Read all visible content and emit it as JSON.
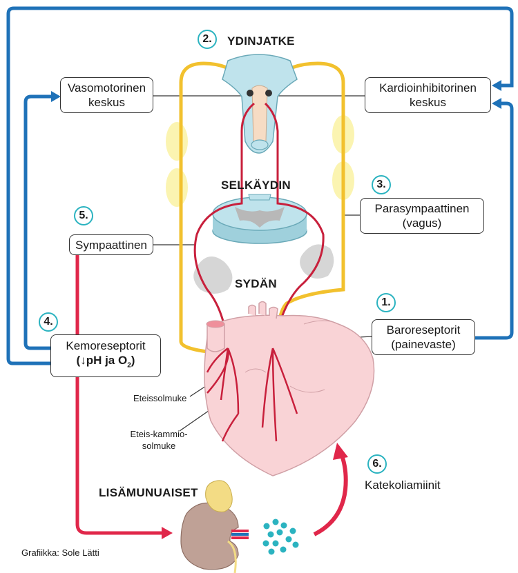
{
  "labels": {
    "ydinjatke": "YDINJATKE",
    "selkaydin": "SELKÄYDIN",
    "sydan": "SYDÄN",
    "lisamunuaiset": "LISÄMUNUAISET",
    "vasomotorinen_1": "Vasomotorinen",
    "vasomotorinen_2": "keskus",
    "kardio_1": "Kardioinhibitorinen",
    "kardio_2": "keskus",
    "parasym_1": "Parasympaattinen",
    "parasym_2": "(vagus)",
    "sympaattinen": "Sympaattinen",
    "kemo_1": "Kemoreseptorit",
    "kemo_2_arrow": "↓",
    "kemo_2_text": "pH ja O",
    "kemo_2_sub": "2",
    "kemo_2_open": "(",
    "kemo_2_close": ")",
    "baro_1": "Baroreseptorit",
    "baro_2": "(painevaste)",
    "eteissolmuke": "Eteissolmuke",
    "eteiskammio_1": "Eteis-kammio-",
    "eteiskammio_2": "solmuke",
    "katekoliamiinit": "Katekoliamiinit",
    "credit": "Grafiikka: Sole Lätti"
  },
  "steps": [
    "2.",
    "3.",
    "5.",
    "4.",
    "1.",
    "6."
  ],
  "colors": {
    "blue": "#1f72b8",
    "red": "#e0274a",
    "nerve_red": "#c8203c",
    "yellow": "#f2c12e",
    "teal": "#2bb3c0",
    "heart": "#f9d3d6"
  }
}
